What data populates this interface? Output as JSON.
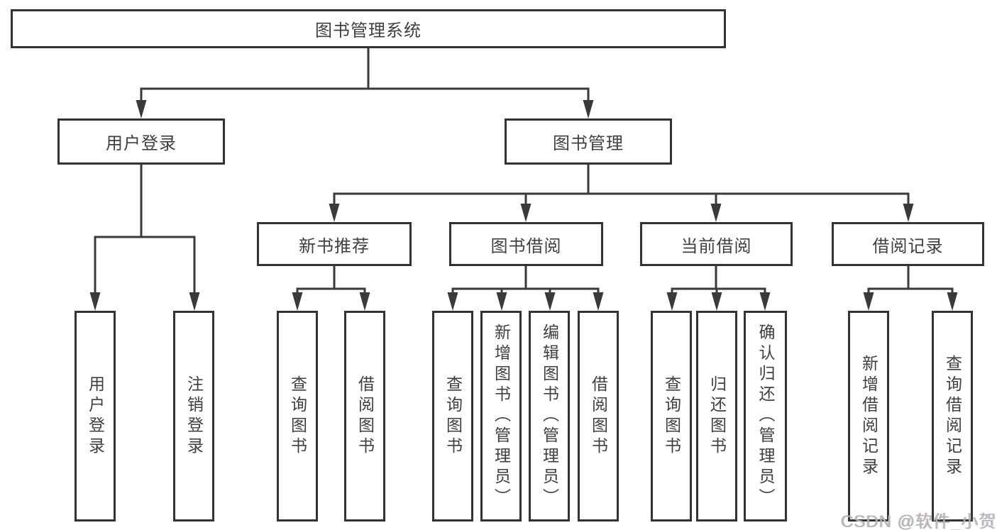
{
  "diagram": {
    "title": "图书管理系统",
    "root": {
      "label": "图书管理系统"
    },
    "level2": [
      {
        "id": "user-login",
        "label": "用户登录"
      },
      {
        "id": "book-management",
        "label": "图书管理"
      }
    ],
    "level3": [
      {
        "id": "new-book-recommend",
        "label": "新书推荐"
      },
      {
        "id": "book-borrow",
        "label": "图书借阅"
      },
      {
        "id": "current-borrow",
        "label": "当前借阅"
      },
      {
        "id": "borrow-records",
        "label": "借阅记录"
      }
    ],
    "leaves": [
      {
        "id": "user-login-leaf",
        "parent": "user-login",
        "label": "用户登录"
      },
      {
        "id": "logout",
        "parent": "user-login",
        "label": "注销登录"
      },
      {
        "id": "query-books-1",
        "parent": "new-book-recommend",
        "label": "查询图书"
      },
      {
        "id": "borrow-books-1",
        "parent": "new-book-recommend",
        "label": "借阅图书"
      },
      {
        "id": "query-books-2",
        "parent": "book-borrow",
        "label": "查询图书"
      },
      {
        "id": "add-books-admin",
        "parent": "book-borrow",
        "label": "新增图书（管理员）"
      },
      {
        "id": "edit-books-admin",
        "parent": "book-borrow",
        "label": "编辑图书（管理员）"
      },
      {
        "id": "borrow-books-2",
        "parent": "book-borrow",
        "label": "借阅图书"
      },
      {
        "id": "query-books-3",
        "parent": "current-borrow",
        "label": "查询图书"
      },
      {
        "id": "return-books",
        "parent": "current-borrow",
        "label": "归还图书"
      },
      {
        "id": "confirm-return-admin",
        "parent": "current-borrow",
        "label": "确认归还（管理员）"
      },
      {
        "id": "add-borrow-record",
        "parent": "borrow-records",
        "label": "新增借阅记录"
      },
      {
        "id": "query-borrow-record",
        "parent": "borrow-records",
        "label": "查询借阅记录"
      }
    ]
  },
  "watermark": "CSDN @软件_小贺同学",
  "colors": {
    "line": "#3a3a3a",
    "border": "#333333",
    "text": "#3f3f3f",
    "watermark": "#b5b5b5",
    "background": "#ffffff"
  }
}
